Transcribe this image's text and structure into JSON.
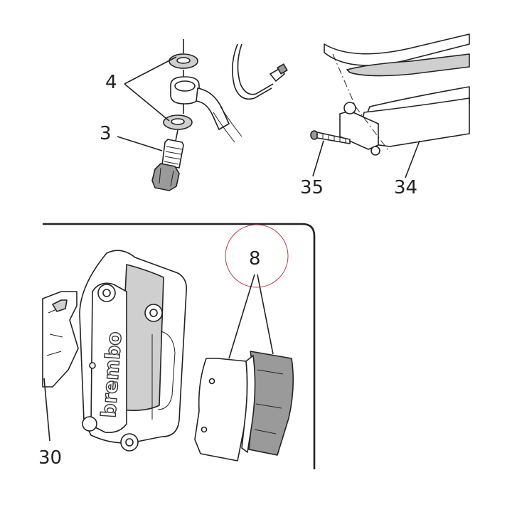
{
  "callouts": {
    "washers": "4",
    "banjo_bolt": "3",
    "screw": "35",
    "fairing_trim": "34",
    "caliper_bracket": "30",
    "brake_pads": "8"
  },
  "caliper_brand": "brembo",
  "colors": {
    "line": "#222222",
    "shade": "#cfcfcf",
    "highlight_circle": "#c0394b"
  }
}
